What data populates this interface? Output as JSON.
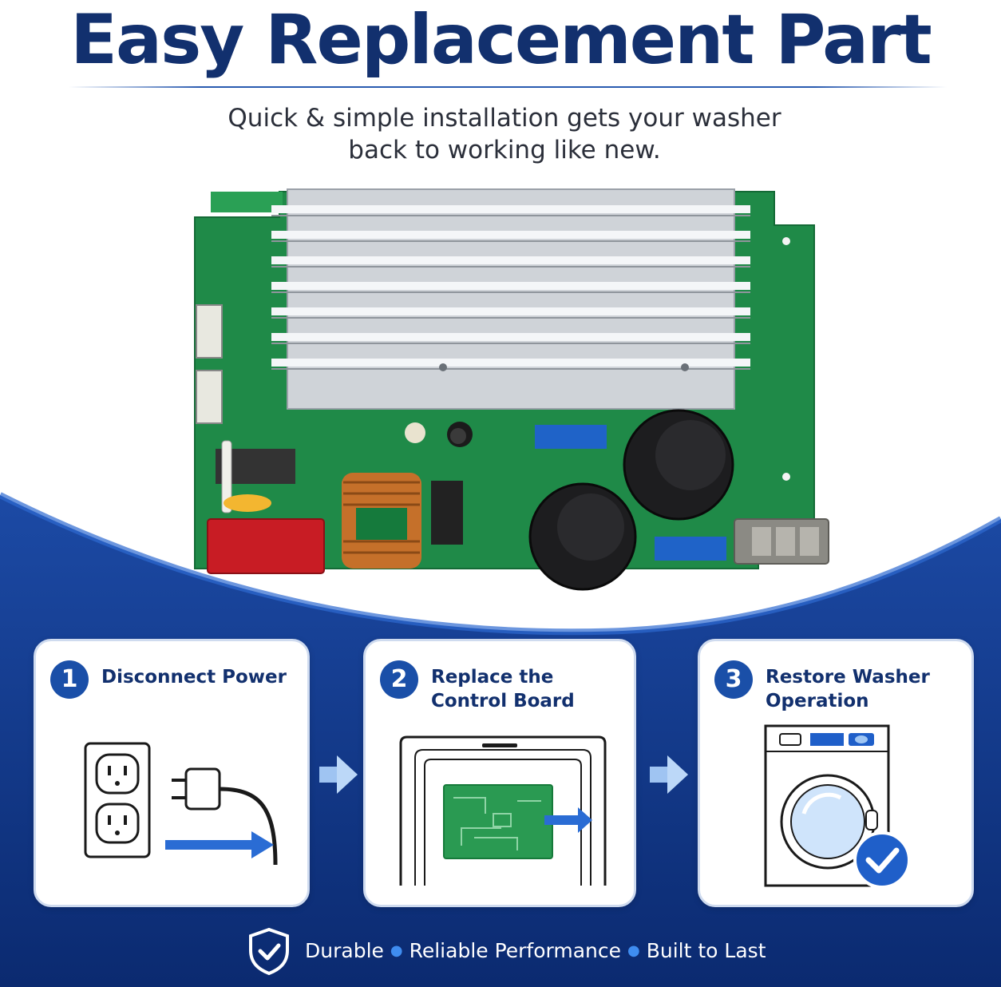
{
  "header": {
    "title": "Easy Replacement Part",
    "subtitle_line1": "Quick & simple installation gets your washer",
    "subtitle_line2": "back to working like new."
  },
  "colors": {
    "navy": "#12306e",
    "background_blue": "#0d2f7a",
    "accent_blue": "#1a4fa8",
    "board_green": "#1f8a48"
  },
  "steps": [
    {
      "number": "1",
      "title_line1": "Disconnect Power",
      "title_line2": "",
      "icon": "outlet-and-plug-icon"
    },
    {
      "number": "2",
      "title_line1": "Replace the",
      "title_line2": "Control Board",
      "icon": "board-in-washer-icon"
    },
    {
      "number": "3",
      "title_line1": "Restore Washer",
      "title_line2": "Operation",
      "icon": "washer-check-icon"
    }
  ],
  "footer": {
    "item1": "Durable",
    "item2": "Reliable Performance",
    "item3": "Built to Last",
    "icon": "shield-check-icon"
  }
}
